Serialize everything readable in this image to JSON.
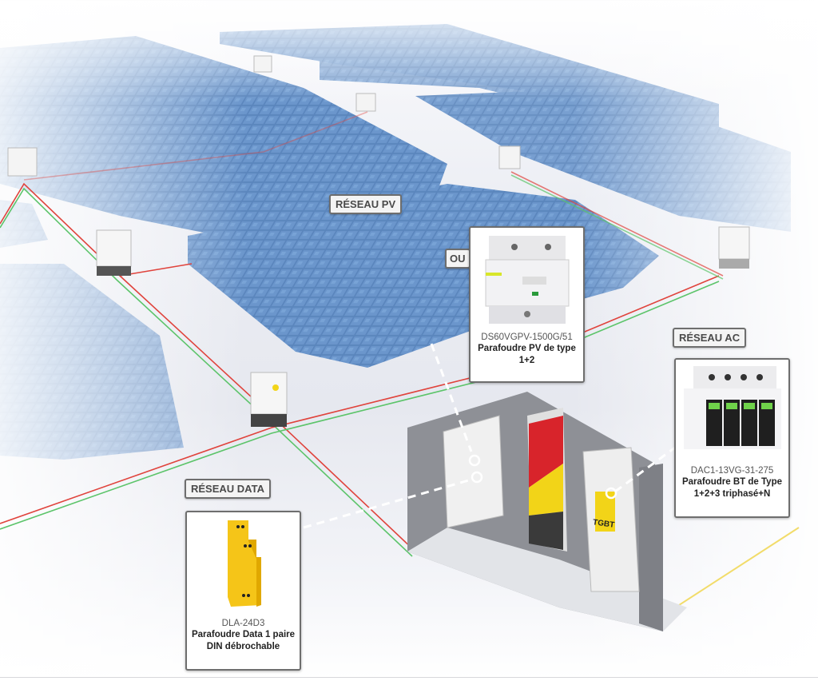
{
  "labels": {
    "reseau_pv": "RÉSEAU PV",
    "ou": "OU",
    "reseau_ac": "RÉSEAU AC",
    "reseau_data": "RÉSEAU DATA",
    "tgbt": "TGBT"
  },
  "products": [
    {
      "id": "pv",
      "code": "DS60VGPV-1500G/51",
      "desc_line1": "Parafoudre PV de type",
      "desc_line2": "1+2"
    },
    {
      "id": "ac",
      "code": "DAC1-13VG-31-275",
      "desc_line1": "Parafoudre BT de Type",
      "desc_line2": "1+2+3 triphasé+N"
    },
    {
      "id": "data",
      "code": "DLA-24D3",
      "desc_line1": "Parafoudre Data 1 paire",
      "desc_line2": "DIN débrochable"
    }
  ],
  "colors": {
    "panel_blue": "#5a82b8",
    "cable_red": "#e0433c",
    "cable_green": "#5cc46a",
    "cable_yellow": "#f2dc6a",
    "label_border": "#6e6e6e",
    "inverter_red": "#d8242b",
    "inverter_yellow": "#f2d418",
    "data_spd_yellow": "#f5c518"
  }
}
